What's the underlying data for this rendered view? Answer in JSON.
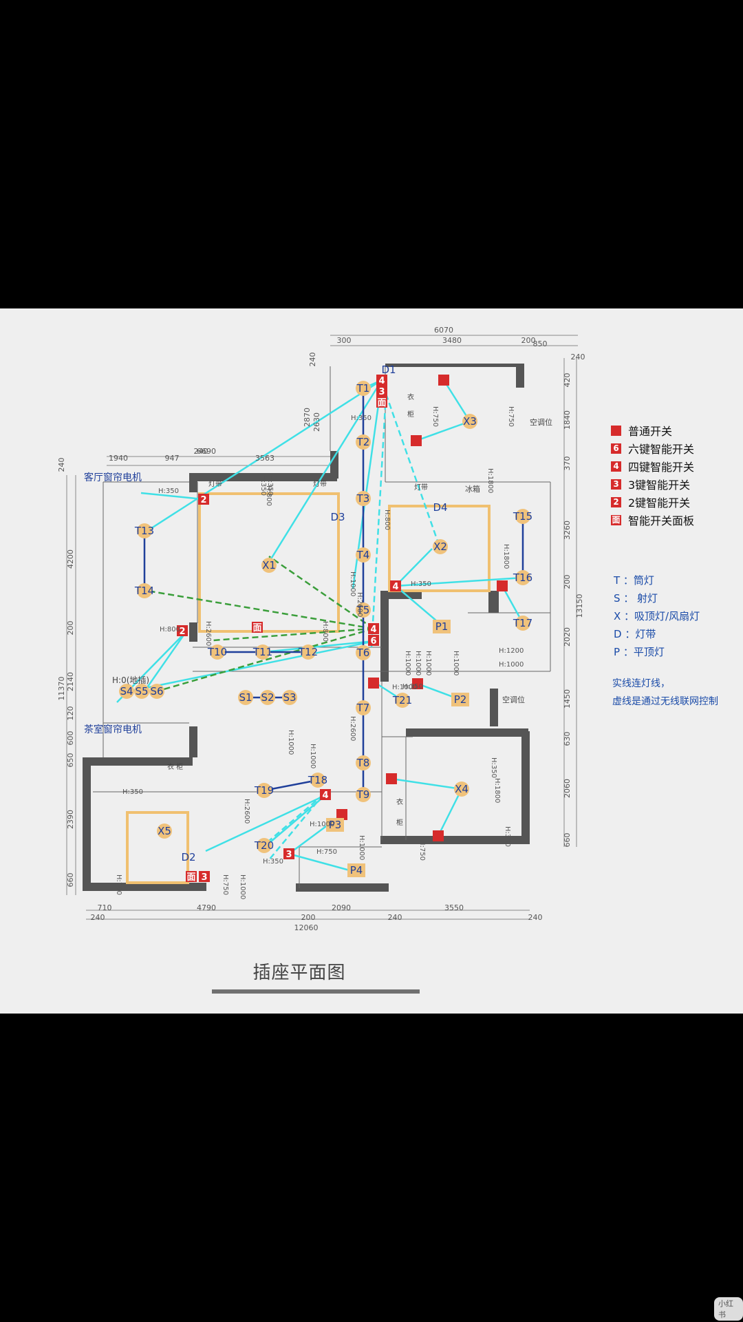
{
  "title": "插座平面图",
  "watermark": "小红书",
  "legend": {
    "switches": [
      {
        "symbol": "",
        "label": "普通开关"
      },
      {
        "symbol": "6",
        "label": "六键智能开关"
      },
      {
        "symbol": "4",
        "label": "四键智能开关"
      },
      {
        "symbol": "3",
        "label": "3键智能开关"
      },
      {
        "symbol": "2",
        "label": "2键智能开关"
      },
      {
        "symbol": "面",
        "label": "智能开关面板"
      }
    ],
    "lights": [
      "T ：筒灯",
      "S ： 射灯",
      "X ：吸顶灯/风扇灯",
      "D ：灯带",
      "P ：平顶灯"
    ],
    "note_line1": "实线连灯线，",
    "note_line2": "虚线是通过无线联网控制"
  },
  "dimensions": {
    "top": [
      "6070",
      "3480",
      "200",
      "850",
      "300",
      "240"
    ],
    "left_top": [
      "6690",
      "1940",
      "947",
      "240",
      "3563"
    ],
    "left_side": [
      "4200",
      "200",
      "2140",
      "11370",
      "120",
      "600",
      "650",
      "2390",
      "660",
      "240"
    ],
    "right_side": [
      "420",
      "1840",
      "370",
      "3260",
      "200",
      "2020",
      "13150",
      "1450",
      "630",
      "2060",
      "660"
    ],
    "upper": [
      "2870",
      "2630",
      "240"
    ],
    "bottom": [
      "710",
      "240",
      "4790",
      "200",
      "12060",
      "2090",
      "240",
      "3550",
      "240"
    ]
  },
  "labels": {
    "living_curtain": "客厅窗帘电机",
    "tea_curtain": "茶室窗帘电机",
    "aircon1": "空调位",
    "aircon2": "空调位",
    "fridge": "冰箱",
    "lightstrip1": "灯带",
    "lightstrip2": "灯带",
    "lightstrip3": "灯带",
    "ground_socket": "H:0(地插)",
    "wardrobe1": "衣",
    "wardrobe2": "柜",
    "wardrobe3": "衣",
    "wardrobe4": "柜",
    "wardrobe5": "衣 柜"
  },
  "heights": [
    "H:350",
    "H:350",
    "H:750",
    "H:750",
    "H:1800",
    "H:350",
    "H:350",
    "H:800",
    "H:800",
    "H:1000",
    "H:2600",
    "H:2600",
    "H:800",
    "H:800",
    "H:350",
    "H:1000",
    "H:1000",
    "H:1000",
    "H:1000",
    "H:1800",
    "H:1200",
    "H:1000",
    "H:1000",
    "H:2600",
    "H:1000",
    "H:1000",
    "H:350",
    "H:1800",
    "H:350",
    "H:750",
    "H:350",
    "H:750",
    "H:2600",
    "H:750",
    "H:1000",
    "H:350",
    "H:1000",
    "H:750",
    "H:1000",
    "H:350"
  ],
  "nodes": [
    {
      "id": "T1"
    },
    {
      "id": "T2"
    },
    {
      "id": "T3"
    },
    {
      "id": "T4"
    },
    {
      "id": "T5"
    },
    {
      "id": "T6"
    },
    {
      "id": "T7"
    },
    {
      "id": "T8"
    },
    {
      "id": "T9"
    },
    {
      "id": "T10"
    },
    {
      "id": "T11"
    },
    {
      "id": "T12"
    },
    {
      "id": "T13"
    },
    {
      "id": "T14"
    },
    {
      "id": "T15"
    },
    {
      "id": "T16"
    },
    {
      "id": "T17"
    },
    {
      "id": "T18"
    },
    {
      "id": "T19"
    },
    {
      "id": "T20"
    },
    {
      "id": "T21"
    },
    {
      "id": "X1"
    },
    {
      "id": "X2"
    },
    {
      "id": "X3"
    },
    {
      "id": "X4"
    },
    {
      "id": "X5"
    },
    {
      "id": "S1"
    },
    {
      "id": "S2"
    },
    {
      "id": "S3"
    },
    {
      "id": "S4"
    },
    {
      "id": "S5"
    },
    {
      "id": "S6"
    },
    {
      "id": "P1"
    },
    {
      "id": "P2"
    },
    {
      "id": "P3"
    },
    {
      "id": "P4"
    },
    {
      "id": "D1"
    },
    {
      "id": "D2"
    },
    {
      "id": "D3"
    },
    {
      "id": "D4"
    }
  ],
  "colors": {
    "switch": "#d62b2b",
    "node_fill": "#f0c27b",
    "cyan_line": "#3fe0e6",
    "green_dash": "#3a9e3a",
    "blue_line": "#1f3f9a",
    "wall": "#555555",
    "strip": "#f0c070"
  }
}
